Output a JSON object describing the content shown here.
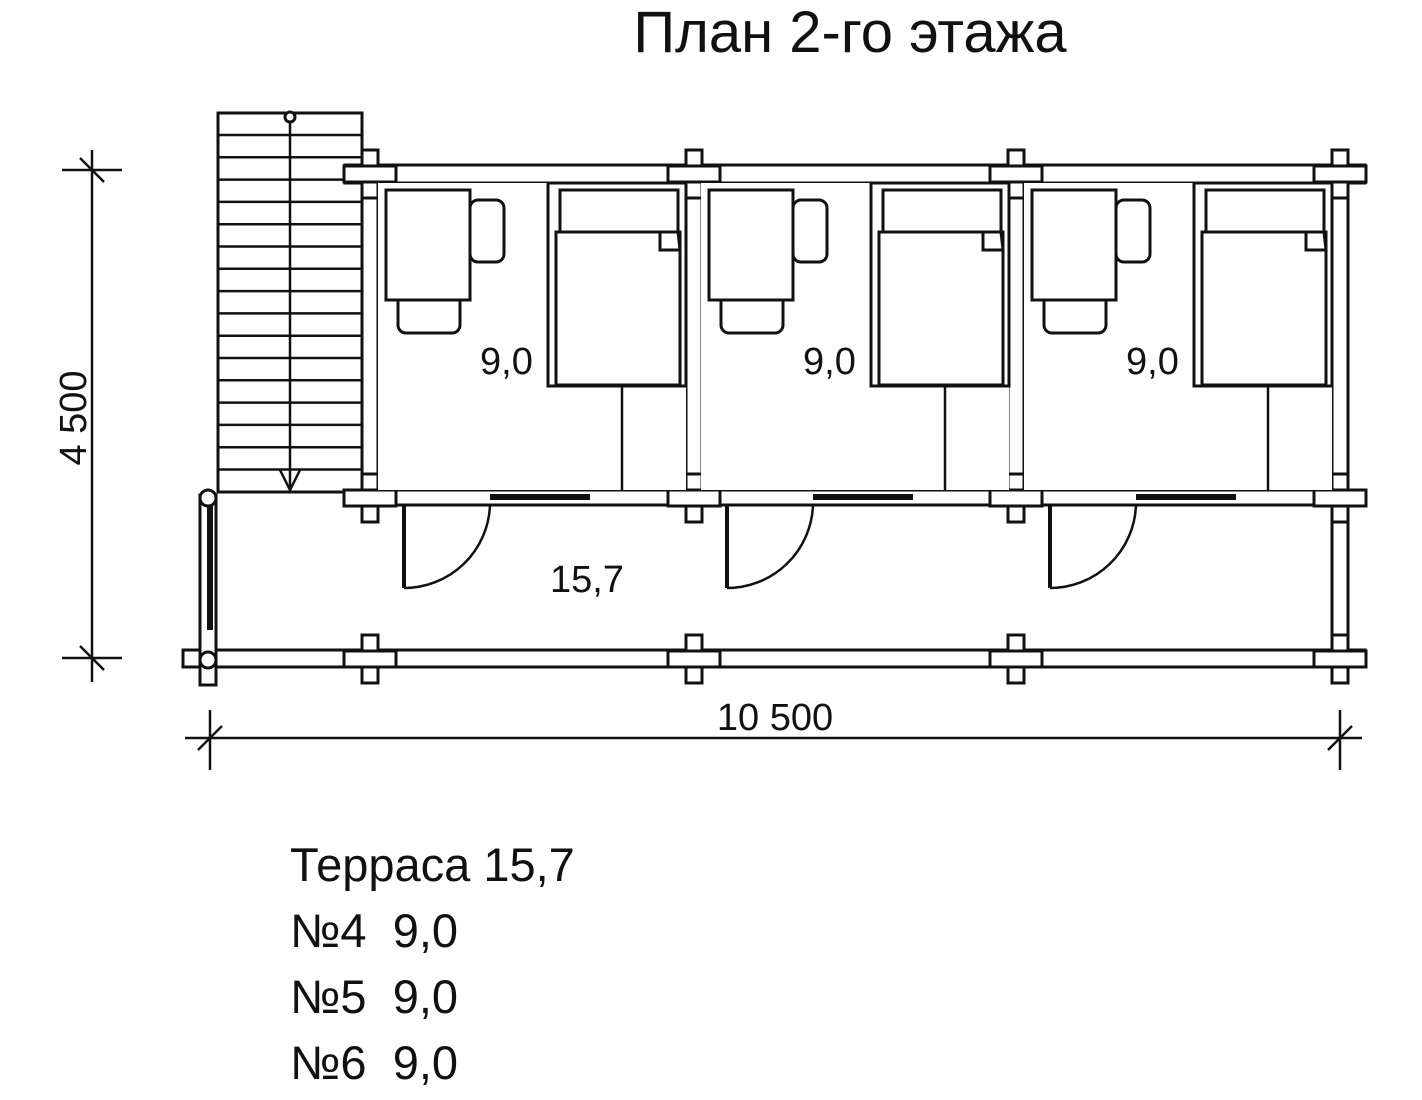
{
  "title": "План 2-го этажа",
  "dimensions": {
    "height": "4 500",
    "width": "10 500"
  },
  "rooms": [
    {
      "area": "9,0"
    },
    {
      "area": "9,0"
    },
    {
      "area": "9,0"
    }
  ],
  "terrace_area": "15,7",
  "legend": [
    {
      "label": "Терраса",
      "value": "15,7"
    },
    {
      "label": "№4",
      "value": "9,0"
    },
    {
      "label": "№5",
      "value": "9,0"
    },
    {
      "label": "№6",
      "value": "9,0"
    }
  ]
}
